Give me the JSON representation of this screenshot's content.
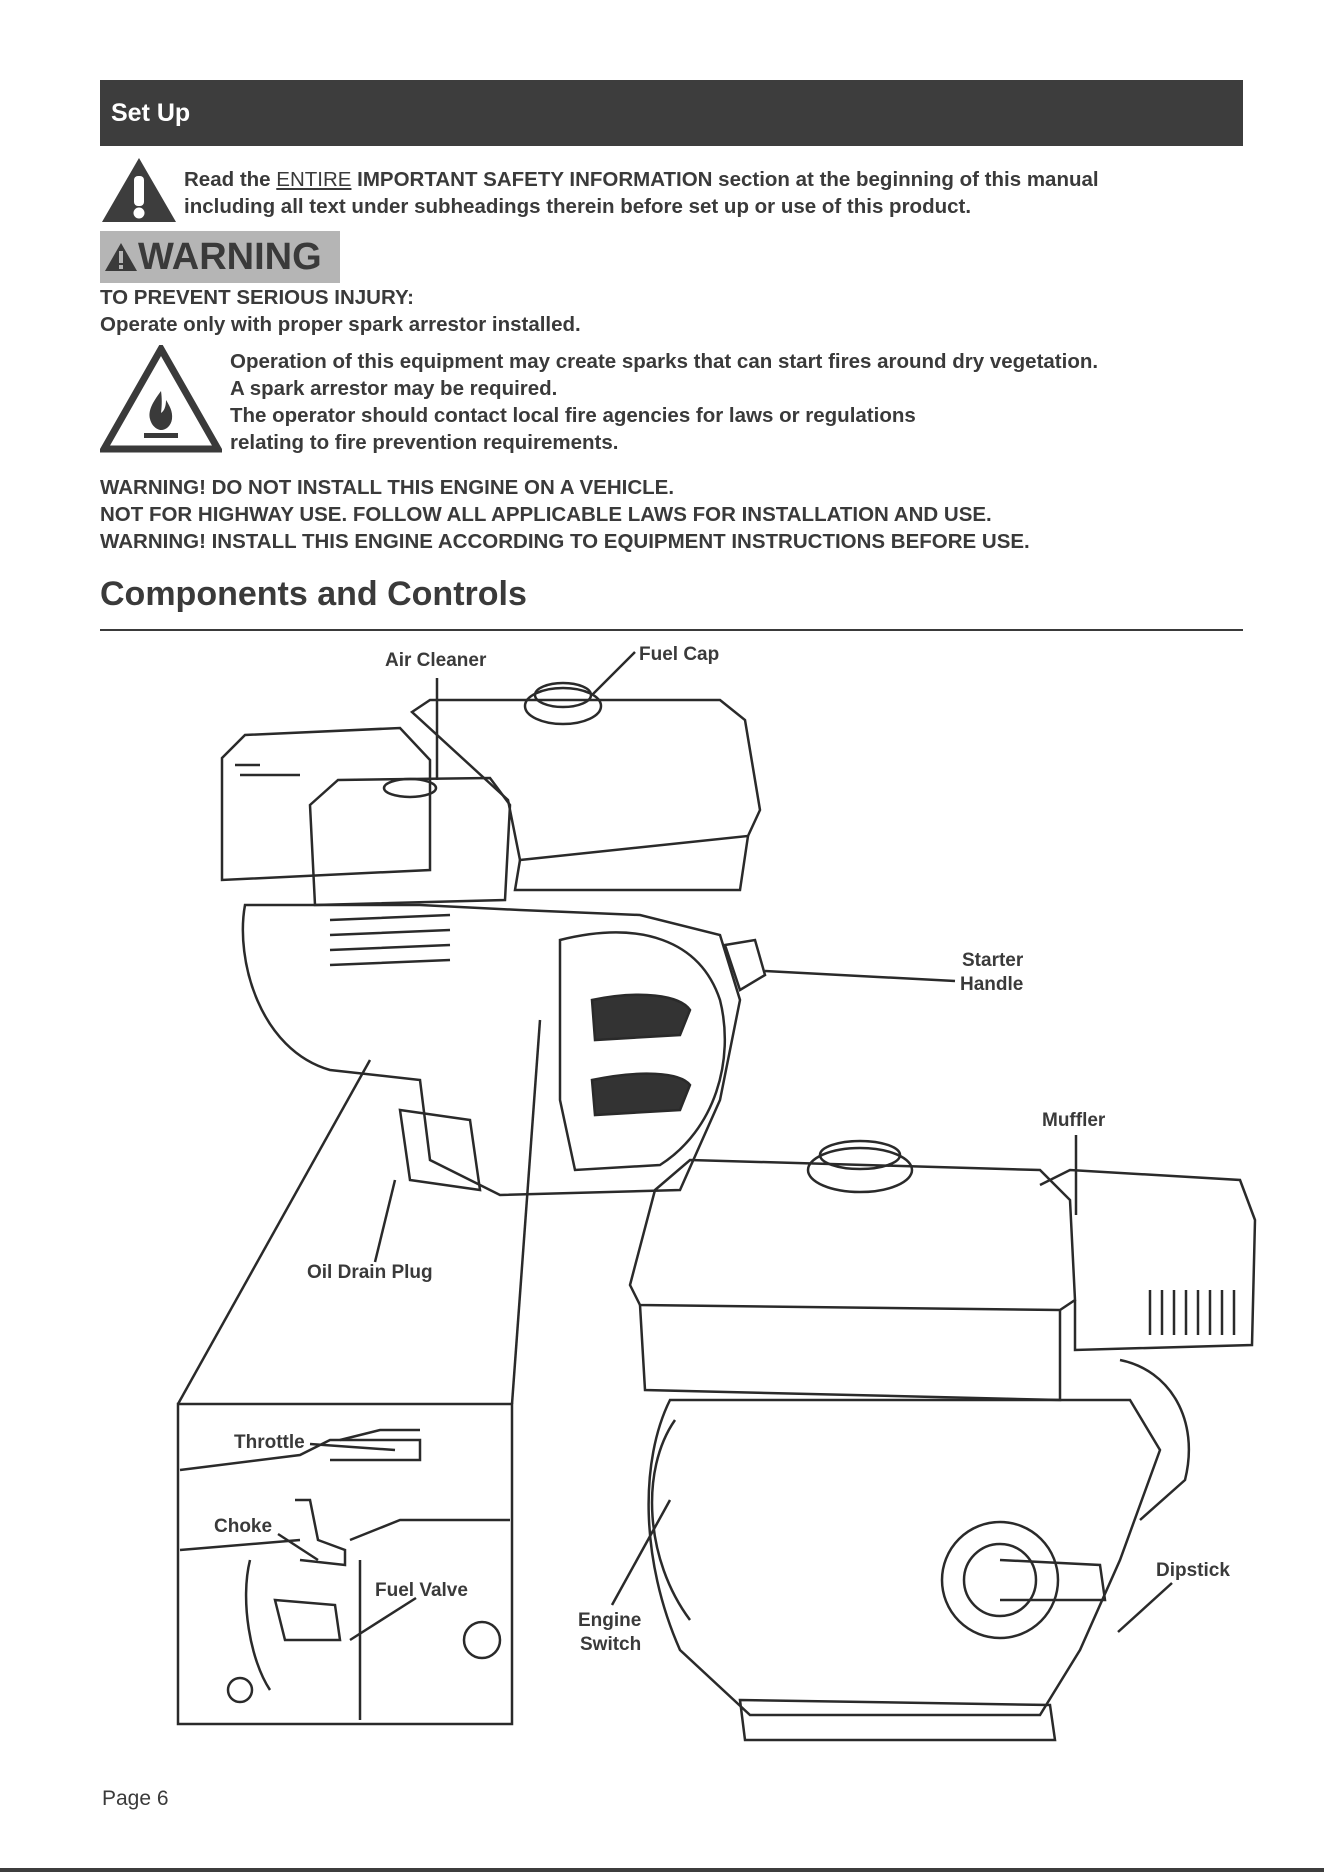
{
  "header": {
    "title": "Set Up"
  },
  "safety_notice": {
    "prefix": "Read the ",
    "emphasis": "ENTIRE",
    "line1_rest": " IMPORTANT SAFETY INFORMATION section at the beginning of this manual",
    "line2": "including all text under subheadings therein before set up or use of this product."
  },
  "warning": {
    "badge": "WARNING",
    "line1": "TO PREVENT SERIOUS INJURY:",
    "line2": "Operate only with proper spark arrestor installed.",
    "fire_lines": [
      "Operation of this equipment may create sparks that can start fires around dry vegetation.",
      "A spark arrestor may be required.",
      "The operator should contact local fire agencies for laws or regulations",
      "relating to fire prevention requirements."
    ],
    "vehicle_lines": [
      "WARNING!  DO NOT INSTALL THIS ENGINE ON A VEHICLE.",
      "NOT FOR HIGHWAY USE.  FOLLOW ALL APPLICABLE LAWS FOR INSTALLATION AND USE.",
      "WARNING!  INSTALL THIS ENGINE ACCORDING TO EQUIPMENT INSTRUCTIONS BEFORE USE."
    ]
  },
  "components": {
    "title": "Components and Controls",
    "labels": {
      "air_cleaner": "Air Cleaner",
      "fuel_cap": "Fuel Cap",
      "starter_1": "Starter",
      "starter_2": "Handle",
      "muffler": "Muffler",
      "oil_drain": "Oil Drain Plug",
      "throttle": "Throttle",
      "choke": "Choke",
      "fuel_valve": "Fuel Valve",
      "engine_1": "Engine",
      "engine_2": "Switch",
      "dipstick": "Dipstick"
    }
  },
  "footer": {
    "page": "Page 6"
  }
}
